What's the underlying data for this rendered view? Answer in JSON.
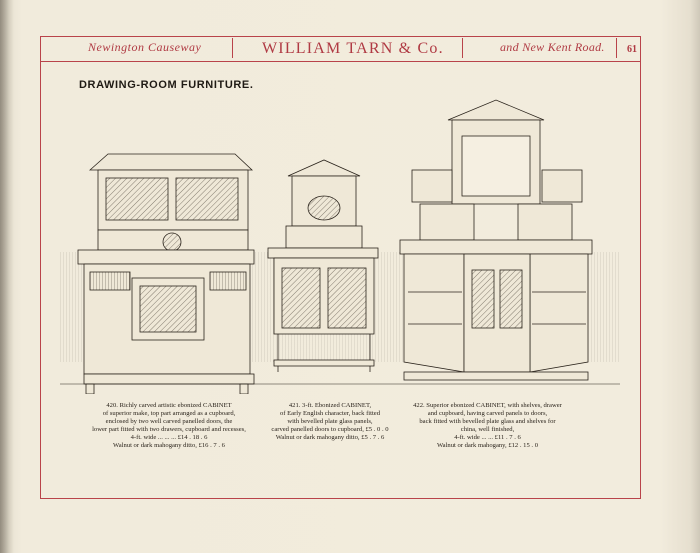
{
  "header": {
    "left": "Newington Causeway",
    "center": "WILLIAM TARN & Co.",
    "right": "and New Kent Road.",
    "page_number": "61"
  },
  "section_title": "DRAWING-ROOM  FURNITURE.",
  "items": [
    {
      "lines": [
        "420.  Richly carved artistic ebonized CABINET",
        "of superior make, top part arranged as a cupboard,",
        "enclosed by two well carved panelled doors, the",
        "lower part fitted with two drawers, cupboard and recesses,",
        "4-ft. wide     ...     ...     ...     £14 . 18 . 6",
        "Walnut or dark mahogany ditto, £16 . 7 . 6"
      ]
    },
    {
      "lines": [
        "421.   3-ft. Ebonized CABINET,",
        "of Early English character, back fitted",
        "with bevelled plate glass panels,",
        "carved panelled doors to cupboard, £5 . 0 . 0",
        "Walnut or dark mahogany ditto, £5 . 7 . 6"
      ]
    },
    {
      "lines": [
        "422.  Superior ebonized CABINET, with shelves, drawer",
        "and cupboard, having carved panels to doors,",
        "back fitted with bevelled plate glass and shelves for",
        "china, well finished,",
        "4-ft. wide     ...     ...     £11 . 7 . 6",
        "Walnut or dark mahogany, £12 . 15 . 0"
      ]
    }
  ]
}
